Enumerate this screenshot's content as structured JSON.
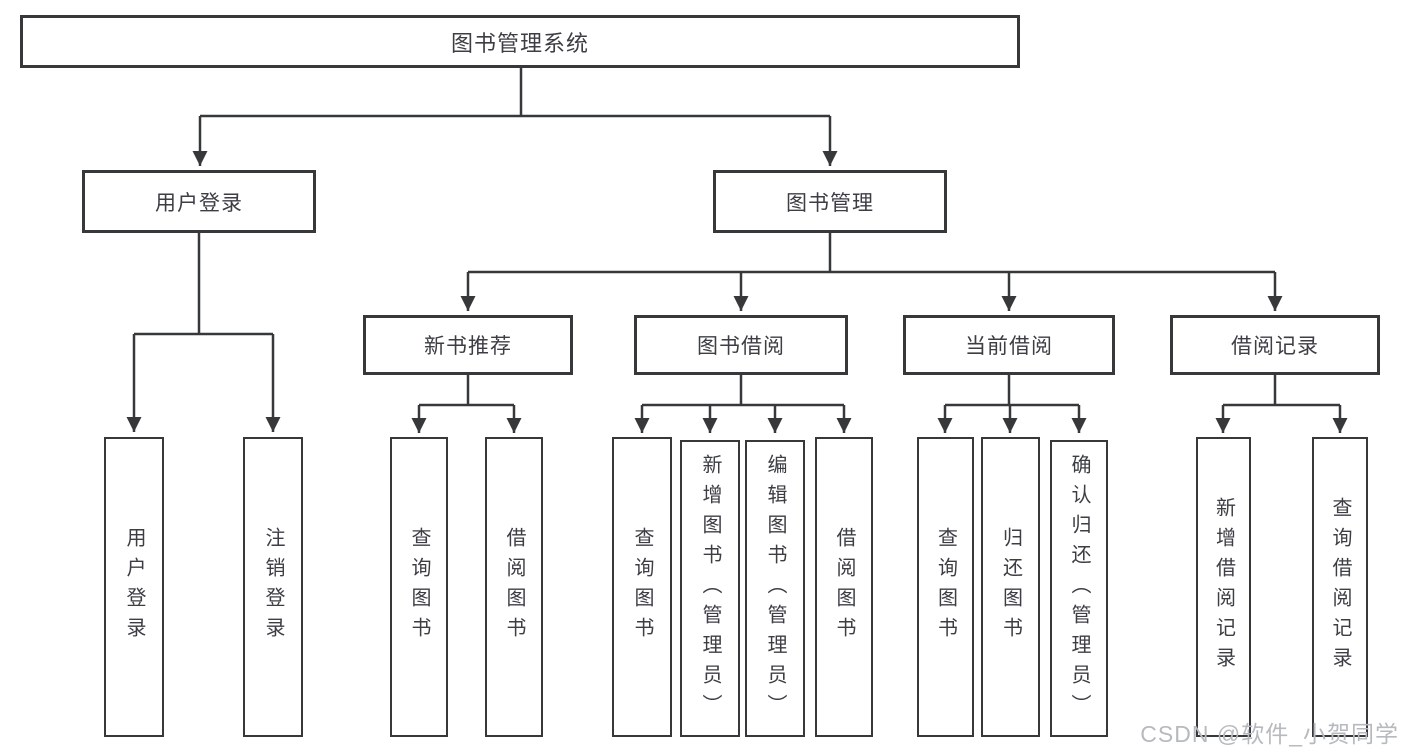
{
  "diagram_type": "hierarchy-tree",
  "colors": {
    "line": "#36383a",
    "box_border": "#36383a",
    "text": "#3c3e44",
    "background": "#ffffff",
    "watermark": "#b6babe"
  },
  "tree": {
    "label": "图书管理系统",
    "children": [
      {
        "label": "用户登录",
        "children": [
          {
            "label": "用户登录"
          },
          {
            "label": "注销登录"
          }
        ]
      },
      {
        "label": "图书管理",
        "children": [
          {
            "label": "新书推荐",
            "children": [
              {
                "label": "查询图书"
              },
              {
                "label": "借阅图书"
              }
            ]
          },
          {
            "label": "图书借阅",
            "children": [
              {
                "label": "查询图书"
              },
              {
                "label": "新增图书（管理员）"
              },
              {
                "label": "编辑图书（管理员）"
              },
              {
                "label": "借阅图书"
              }
            ]
          },
          {
            "label": "当前借阅",
            "children": [
              {
                "label": "查询图书"
              },
              {
                "label": "归还图书"
              },
              {
                "label": "确认归还（管理员）"
              }
            ]
          },
          {
            "label": "借阅记录",
            "children": [
              {
                "label": "新增借阅记录"
              },
              {
                "label": "查询借阅记录"
              }
            ]
          }
        ]
      }
    ]
  },
  "watermark": {
    "text": "CSDN @软件_小贺同学"
  }
}
